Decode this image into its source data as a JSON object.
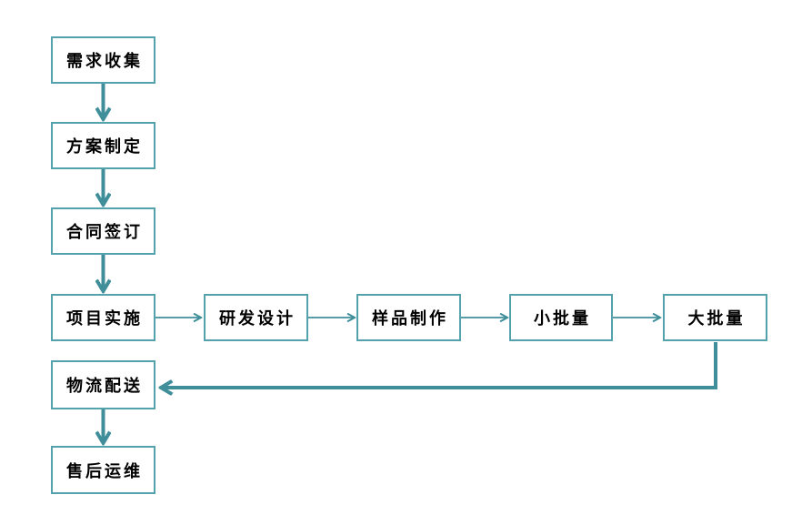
{
  "diagram": {
    "type": "flowchart",
    "nodes": [
      {
        "id": "requirements-collection",
        "label": "需求收集"
      },
      {
        "id": "solution-formulation",
        "label": "方案制定"
      },
      {
        "id": "contract-signing",
        "label": "合同签订"
      },
      {
        "id": "project-implementation",
        "label": "项目实施"
      },
      {
        "id": "rd-design",
        "label": "研发设计"
      },
      {
        "id": "sample-production",
        "label": "样品制作"
      },
      {
        "id": "small-batch",
        "label": "小批量"
      },
      {
        "id": "large-batch",
        "label": "大批量"
      },
      {
        "id": "logistics-delivery",
        "label": "物流配送"
      },
      {
        "id": "after-sales-maintenance",
        "label": "售后运维"
      }
    ],
    "edges": [
      {
        "from": "requirements-collection",
        "to": "solution-formulation",
        "style": "thick-down"
      },
      {
        "from": "solution-formulation",
        "to": "contract-signing",
        "style": "thick-down"
      },
      {
        "from": "contract-signing",
        "to": "project-implementation",
        "style": "thick-down"
      },
      {
        "from": "project-implementation",
        "to": "rd-design",
        "style": "thin-right"
      },
      {
        "from": "rd-design",
        "to": "sample-production",
        "style": "thin-right"
      },
      {
        "from": "sample-production",
        "to": "small-batch",
        "style": "thin-right"
      },
      {
        "from": "small-batch",
        "to": "large-batch",
        "style": "thin-right"
      },
      {
        "from": "large-batch",
        "to": "logistics-delivery",
        "style": "thick-elbow-down-left"
      },
      {
        "from": "logistics-delivery",
        "to": "after-sales-maintenance",
        "style": "thick-down"
      }
    ]
  },
  "colors": {
    "background": "#ffffff",
    "box_fill": "#ffffff",
    "box_border": "#54A3AC",
    "connector": "#3F8E99",
    "text": "#000000"
  }
}
